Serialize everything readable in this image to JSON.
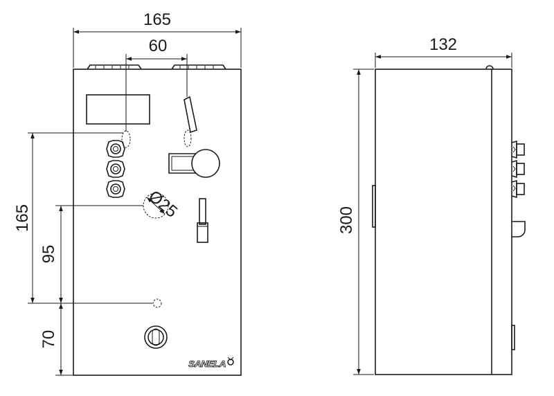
{
  "dimensions": {
    "front_width": "165",
    "top_spacing": "60",
    "side_depth": "132",
    "height_total": "300",
    "height_upper": "165",
    "height_middle": "95",
    "height_lower": "70",
    "diameter": "Ø25"
  },
  "brand": {
    "logo_text": "SANELA"
  },
  "colors": {
    "line": "#1a1a1a",
    "background": "#ffffff"
  }
}
